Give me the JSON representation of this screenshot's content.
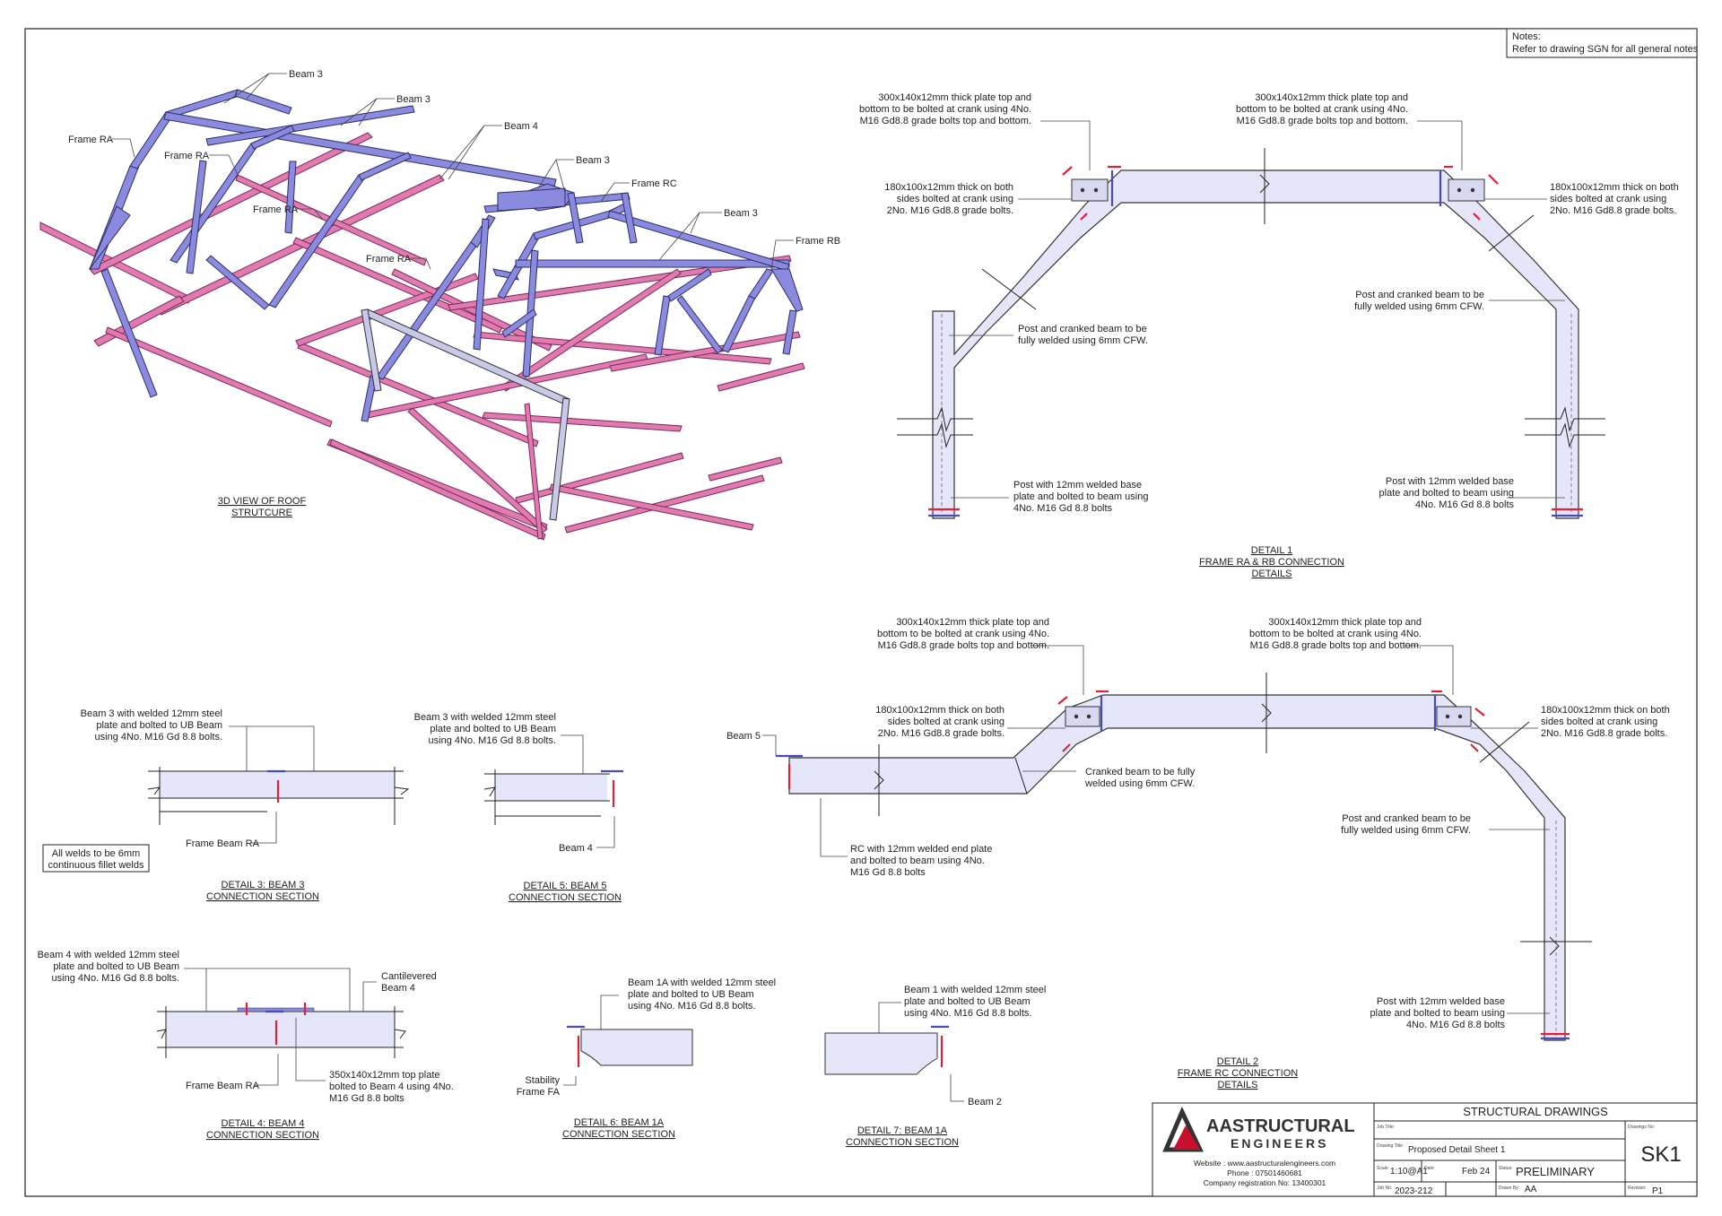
{
  "notes": {
    "title": "Notes:",
    "text": "Refer to drawing SGN for all general notes"
  },
  "view3d": {
    "caption_line1": "3D VIEW OF ROOF",
    "caption_line2": "STRUTCURE",
    "labels": [
      "Beam 3",
      "Beam 3",
      "Beam 4",
      "Beam 3",
      "Frame RA",
      "Frame RA",
      "Frame RA",
      "Frame RA",
      "Frame RC",
      "Beam 3",
      "Frame RB"
    ]
  },
  "detail1": {
    "caption": [
      "DETAIL 1",
      "FRAME RA & RB CONNECTION",
      "DETAILS"
    ],
    "plate_left": [
      "300x140x12mm thick plate top and",
      "bottom to be bolted at crank using 4No.",
      "M16 Gd8.8 grade bolts top and bottom."
    ],
    "plate_right": [
      "300x140x12mm thick plate top and",
      "bottom to be bolted at crank using 4No.",
      "M16 Gd8.8 grade bolts top and bottom."
    ],
    "side_left": [
      "180x100x12mm thick on both",
      "sides bolted at crank using",
      "2No. M16 Gd8.8 grade bolts."
    ],
    "side_right": [
      "180x100x12mm thick on both",
      "sides bolted at crank using",
      "2No. M16 Gd8.8 grade bolts."
    ],
    "weld_left": [
      "Post and cranked beam to be",
      "fully welded using 6mm CFW."
    ],
    "weld_right": [
      "Post and cranked beam to be",
      "fully welded using 6mm CFW."
    ],
    "post_left": [
      "Post with 12mm welded base",
      "plate and bolted to beam using",
      "4No. M16 Gd 8.8 bolts"
    ],
    "post_right": [
      "Post with 12mm welded base",
      "plate and bolted to beam using",
      "4No. M16 Gd 8.8 bolts"
    ]
  },
  "detail2": {
    "caption": [
      "DETAIL 2",
      "FRAME RC CONNECTION",
      "DETAILS"
    ],
    "plate_left": [
      "300x140x12mm thick plate top and",
      "bottom to be bolted at crank using 4No.",
      "M16 Gd8.8 grade bolts top and bottom."
    ],
    "plate_right": [
      "300x140x12mm thick plate top and",
      "bottom to be bolted at crank using 4No.",
      "M16 Gd8.8 grade bolts top and bottom."
    ],
    "side_left": [
      "180x100x12mm thick on both",
      "sides bolted at crank using",
      "2No. M16 Gd8.8 grade bolts."
    ],
    "side_right": [
      "180x100x12mm thick on both",
      "sides bolted at crank using",
      "2No. M16 Gd8.8 grade bolts."
    ],
    "beam5": "Beam 5",
    "cranked": [
      "Cranked beam to be fully",
      "welded using 6mm CFW."
    ],
    "weld_right": [
      "Post and cranked beam to be",
      "fully welded using 6mm CFW."
    ],
    "rc_plate": [
      "RC with 12mm welded end plate",
      "and bolted to beam using 4No.",
      "M16 Gd 8.8 bolts"
    ],
    "post_right": [
      "Post with 12mm welded base",
      "plate and bolted to beam using",
      "4No. M16 Gd 8.8 bolts"
    ]
  },
  "detail3": {
    "caption": [
      "DETAIL 3: BEAM 3",
      "CONNECTION SECTION"
    ],
    "note": [
      "Beam 3 with welded 12mm steel",
      "plate and bolted to UB Beam",
      "using 4No. M16 Gd 8.8 bolts."
    ],
    "frame": "Frame Beam RA",
    "welds": [
      "All welds to be 6mm",
      "continuous fillet welds"
    ]
  },
  "detail5": {
    "caption": [
      "DETAIL 5: BEAM 5",
      "CONNECTION SECTION"
    ],
    "note": [
      "Beam 3 with welded 12mm steel",
      "plate and bolted to UB Beam",
      "using 4No. M16 Gd 8.8 bolts."
    ],
    "beam": "Beam 4"
  },
  "detail4": {
    "caption": [
      "DETAIL 4: BEAM 4",
      "CONNECTION SECTION"
    ],
    "note": [
      "Beam 4 with welded 12mm steel",
      "plate and bolted to UB Beam",
      "using 4No. M16 Gd 8.8 bolts."
    ],
    "cantilever": [
      "Cantilevered",
      "Beam 4"
    ],
    "frame": "Frame Beam RA",
    "top_plate": [
      "350x140x12mm top plate",
      "bolted to Beam 4 using 4No.",
      "M16 Gd 8.8 bolts"
    ]
  },
  "detail6": {
    "caption": [
      "DETAIL 6: BEAM 1A",
      "CONNECTION SECTION"
    ],
    "note": [
      "Beam 1A with welded 12mm steel",
      "plate and bolted to UB Beam",
      "using 4No. M16 Gd 8.8 bolts."
    ],
    "stability": [
      "Stability",
      "Frame FA"
    ]
  },
  "detail7": {
    "caption": [
      "DETAIL 7: BEAM 1A",
      "CONNECTION SECTION"
    ],
    "note": [
      "Beam 1 with welded 12mm steel",
      "plate and bolted to UB Beam",
      "using 4No. M16 Gd 8.8 bolts."
    ],
    "beam": "Beam 2"
  },
  "titleblock": {
    "heading": "STRUCTURAL DRAWINGS",
    "logo_line1": "AASTRUCTURAL",
    "logo_line2": "ENGINEERS",
    "website": "Website : www.aastructuralengineers.com",
    "phone": "Phone : 07501460681",
    "company": "Company registration No: 13400301",
    "job_title_label": "Job Title:",
    "drawing_title_label": "Drawing Title:",
    "drawing_title": "Proposed Detail Sheet 1",
    "scale_label": "Scale:",
    "scale": "1:10@A1",
    "date_label": "Date:",
    "date": "Feb 24",
    "status_label": "Status:",
    "status": "PRELIMINARY",
    "jobno_label": "Job No:",
    "jobno": "2023-212",
    "drawnby_label": "Drawn By:",
    "drawnby": "AA",
    "drawingno_label": "Drawings No:",
    "drawingno": "SK1",
    "revision_label": "Revision:",
    "revision": "P1",
    "colors": {
      "logo_red": "#c8102e",
      "logo_dark": "#333333"
    }
  }
}
